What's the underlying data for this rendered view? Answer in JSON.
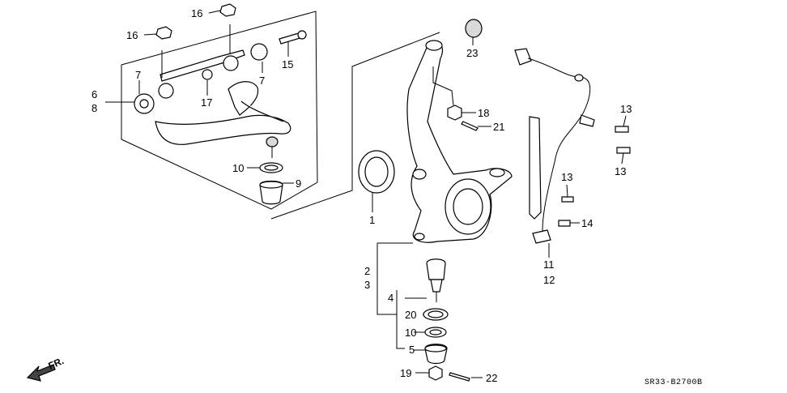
{
  "callouts": {
    "c16a": "16",
    "c16b": "16",
    "c6": "6",
    "c8": "8",
    "c7a": "7",
    "c7b": "7",
    "c17": "17",
    "c15": "15",
    "c10a": "10",
    "c9": "9",
    "c23": "23",
    "c18": "18",
    "c21": "21",
    "c1": "1",
    "c2": "2",
    "c3": "3",
    "c4": "4",
    "c20": "20",
    "c10b": "10",
    "c5": "5",
    "c19": "19",
    "c22": "22",
    "c13a": "13",
    "c13b": "13",
    "c13c": "13",
    "c14": "14",
    "c11": "11",
    "c12": "12"
  },
  "diagram_code": "SR33-B2700B",
  "direction_label": "FR."
}
